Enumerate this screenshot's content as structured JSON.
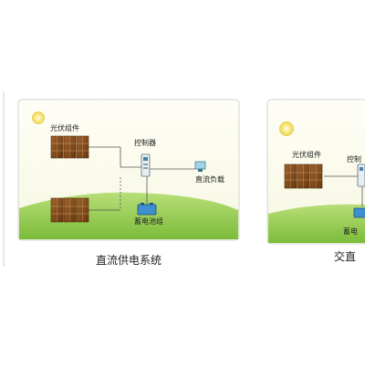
{
  "panels": [
    {
      "caption": "直流供电系统",
      "labels": {
        "pv_modules": "光伏组件",
        "controller": "控制器",
        "dc_load": "直流负载",
        "battery": "蓄电池组"
      }
    },
    {
      "caption": "交直",
      "labels": {
        "pv_modules": "光伏组件",
        "controller": "控制",
        "battery": "蓄电"
      }
    }
  ],
  "colors": {
    "sky": "#fbfbef",
    "grass": "#8cc63f",
    "grass_light": "#b6dc74",
    "panel_frame": "#6b3d12",
    "panel_cell": "#8a4d1a",
    "sun": "#f4e27a",
    "frame_border": "#cfcfcf"
  },
  "icons": [
    "sun-icon",
    "solar-panel-icon",
    "controller-icon",
    "load-icon",
    "battery-icon"
  ]
}
